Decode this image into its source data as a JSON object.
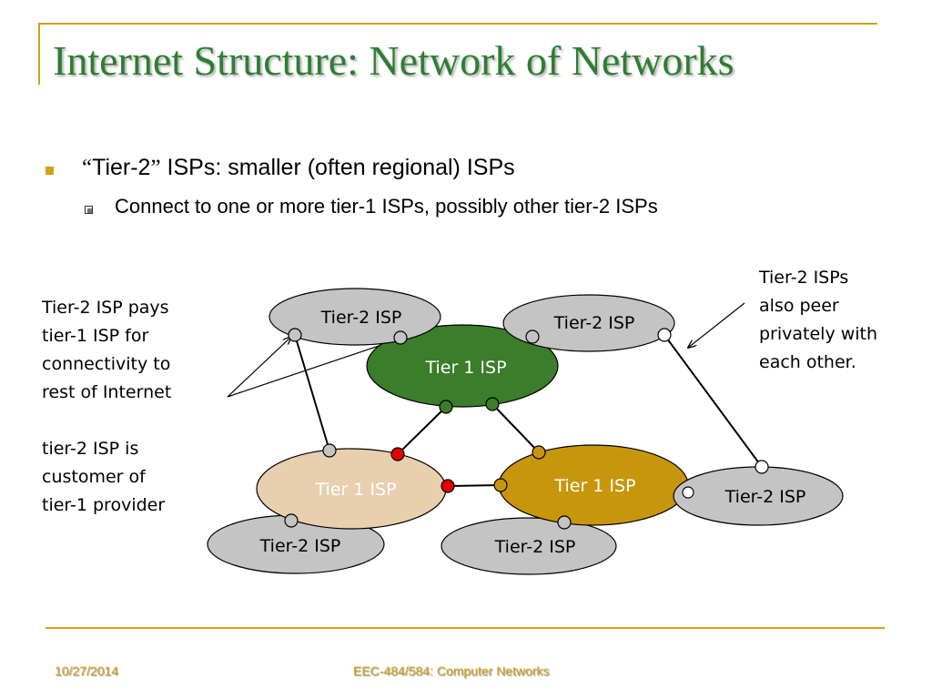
{
  "slide": {
    "title": "Internet Structure: Network of Networks",
    "bullets": [
      {
        "open_quote": "“",
        "term": "Tier-2",
        "close_quote": "”",
        "rest": " ISPs: smaller (often regional) ISPs"
      },
      {
        "text": "Connect to one or more tier-1 ISPs, possibly other tier-2 ISPs"
      }
    ],
    "annotations": {
      "left_top": "Tier-2 ISP pays\ntier-1 ISP for\nconnectivity to\nrest of Internet",
      "left_bottom": "tier-2 ISP is\ncustomer of\ntier-1 provider",
      "right": "Tier-2 ISPs\nalso peer\nprivately with\neach other."
    },
    "footer": {
      "date": "10/27/2014",
      "course": "EEC-484/584: Computer Networks"
    }
  },
  "diagram": {
    "colors": {
      "tier1_green": "#3a7d2a",
      "tier1_tan": "#e8cfae",
      "tier1_gold": "#c8960c",
      "tier2_gray": "#c4c4c4",
      "router_red": "#e00000",
      "accent": "#d4a017",
      "title": "#2e7d32"
    },
    "nodes": {
      "t1_top": "Tier 1 ISP",
      "t1_left": "Tier 1 ISP",
      "t1_right": "Tier 1 ISP",
      "t2_top_left": "Tier-2 ISP",
      "t2_top_right": "Tier-2 ISP",
      "t2_bottom_left": "Tier-2 ISP",
      "t2_bottom_mid": "Tier-2 ISP",
      "t2_right": "Tier-2 ISP"
    }
  }
}
